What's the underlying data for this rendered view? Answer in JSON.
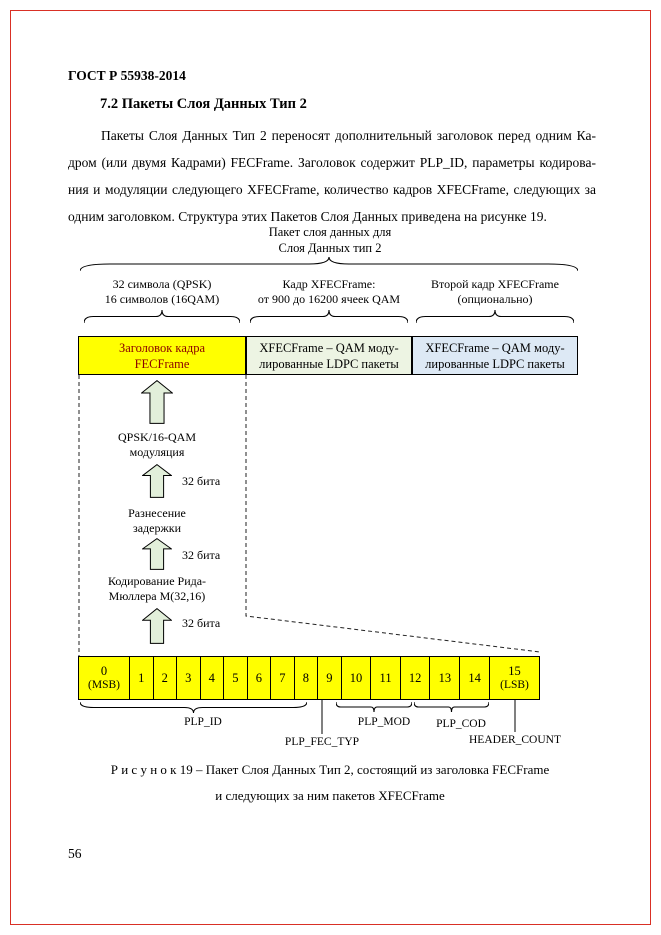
{
  "colors": {
    "page_border": "#D93025",
    "header_box_bg": "#FFFF00",
    "header_box_text": "#8B0000",
    "xfec1_bg": "#EDF4E3",
    "xfec2_bg": "#DDE9F5",
    "bitfield_bg": "#FFFF00",
    "arrow_fill": "#E2EFDA"
  },
  "page": {
    "doc_number": "ГОСТ Р 55938-2014",
    "page_number": "56"
  },
  "section": {
    "heading": "7.2 Пакеты Слоя Данных Тип 2",
    "paragraph_lines": [
      "Пакеты Слоя Данных Тип 2 переносят дополнительный заголовок перед одним Ка-",
      "дром (или двумя Кадрами) FECFrame. Заголовок содержит PLP_ID, параметры кодирова-",
      "ния и модуляции следующего XFECFrame, количество кадров XFECFrame, следующих за",
      "одним заголовком. Структура этих Пакетов Слоя Данных приведена на рисунке 19."
    ]
  },
  "figure": {
    "top_label": [
      "Пакет слоя данных для",
      "Слоя Данных тип 2"
    ],
    "group_labels": [
      [
        "32 символа (QPSK)",
        "16 символов (16QAM)"
      ],
      [
        "Кадр XFECFrame:",
        "от 900 до 16200 ячеек QAM"
      ],
      [
        "Второй кадр XFECFrame",
        "(опционально)"
      ]
    ],
    "boxes": [
      [
        "Заголовок кадра",
        "FECFrame"
      ],
      [
        "XFECFrame – QAM моду-",
        "лированные LDPC пакеты"
      ],
      [
        "XFECFrame – QAM моду-",
        "лированные LDPC пакеты"
      ]
    ],
    "chain_steps": [
      [
        "QPSK/16-QAM",
        "модуляция"
      ],
      [
        "Разнесение",
        "задержки"
      ],
      [
        "Кодирование Рида-",
        "Мюллера М(32,16)"
      ]
    ],
    "bits_label": "32 бита",
    "bitfield_cells": [
      {
        "t": "0",
        "b": "(MSB)"
      },
      {
        "t": "1"
      },
      {
        "t": "2"
      },
      {
        "t": "3"
      },
      {
        "t": "4"
      },
      {
        "t": "5"
      },
      {
        "t": "6"
      },
      {
        "t": "7"
      },
      {
        "t": "8"
      },
      {
        "t": "9"
      },
      {
        "t": "10"
      },
      {
        "t": "11"
      },
      {
        "t": "12"
      },
      {
        "t": "13"
      },
      {
        "t": "14"
      },
      {
        "t": "15",
        "b": "(LSB)"
      }
    ],
    "field_labels": {
      "plp_id": "PLP_ID",
      "plp_fec_typ": "PLP_FEC_TYP",
      "plp_mod": "PLP_MOD",
      "plp_cod": "PLP_COD",
      "header_count": "HEADER_COUNT"
    },
    "caption": [
      "Р и с у н о к 19 – Пакет Слоя Данных Тип 2, состоящий из заголовка FECFrame",
      "и следующих за ним пакетов XFECFrame"
    ]
  }
}
